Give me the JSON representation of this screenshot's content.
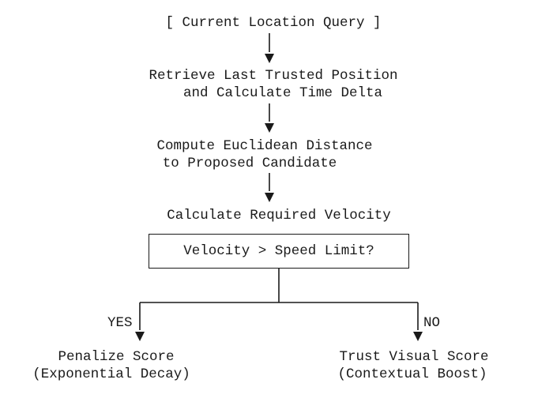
{
  "diagram": {
    "start": "[ Current Location Query ]",
    "step1": {
      "line1": "Retrieve Last Trusted Position",
      "line2": "and Calculate Time Delta"
    },
    "step2": {
      "line1": "Compute Euclidean Distance",
      "line2": "to Proposed Candidate"
    },
    "step3": "Calculate Required Velocity",
    "decision": "Velocity > Speed Limit?",
    "branch_yes": {
      "label": "YES",
      "line1": "Penalize Score",
      "line2": "(Exponential Decay)"
    },
    "branch_no": {
      "label": "NO",
      "line1": "Trust Visual Score",
      "line2": "(Contextual Boost)"
    }
  }
}
